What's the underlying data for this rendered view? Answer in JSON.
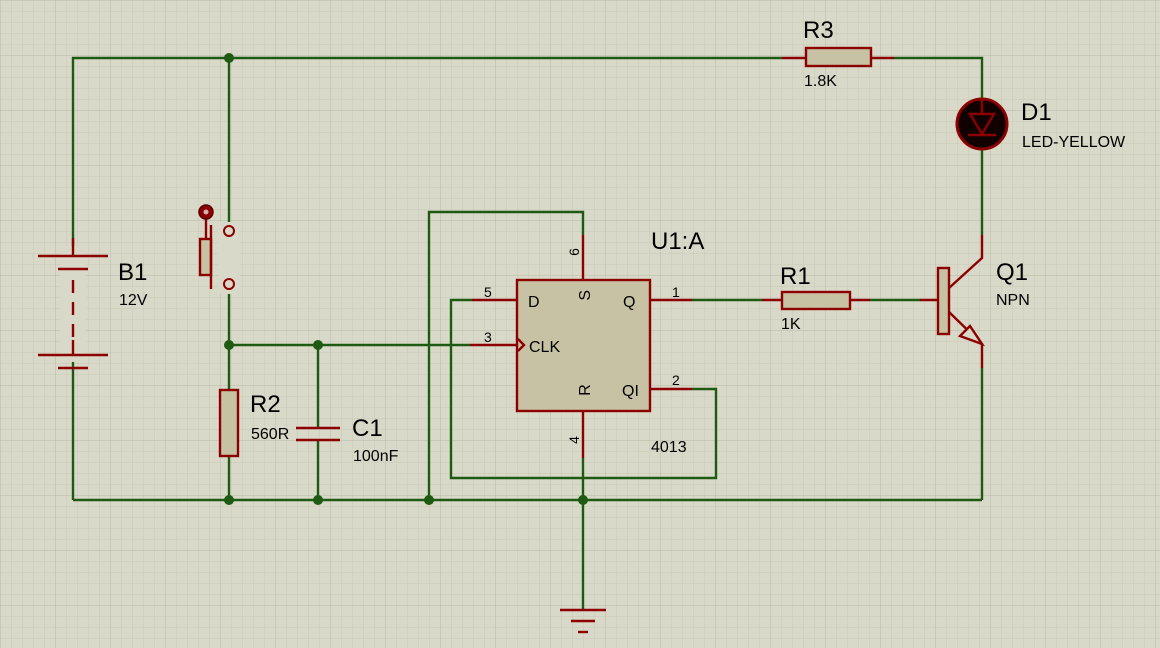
{
  "schematic": {
    "components": {
      "r3": {
        "ref": "R3",
        "value": "1.8K"
      },
      "d1": {
        "ref": "D1",
        "value": "LED-YELLOW"
      },
      "b1": {
        "ref": "B1",
        "value": "12V"
      },
      "r2": {
        "ref": "R2",
        "value": "560R"
      },
      "c1": {
        "ref": "C1",
        "value": "100nF"
      },
      "u1": {
        "ref": "U1:A",
        "value": "4013",
        "pins": {
          "d": "D",
          "s": "S",
          "q": "Q",
          "clk": "CLK",
          "r": "R",
          "qbar": "QI"
        },
        "pin_numbers": {
          "d": "5",
          "s": "6",
          "q": "1",
          "clk": "3",
          "r": "4",
          "qbar": "2"
        }
      },
      "r1": {
        "ref": "R1",
        "value": "1K"
      },
      "q1": {
        "ref": "Q1",
        "value": "NPN"
      }
    },
    "colors": {
      "background": "#d9d9c9",
      "grid_minor": "#c9c9b8",
      "grid_major": "#b9b9a6",
      "wire": "#1e5a12",
      "component_outline": "#8b0000",
      "component_fill": "#c8c2a4"
    }
  }
}
